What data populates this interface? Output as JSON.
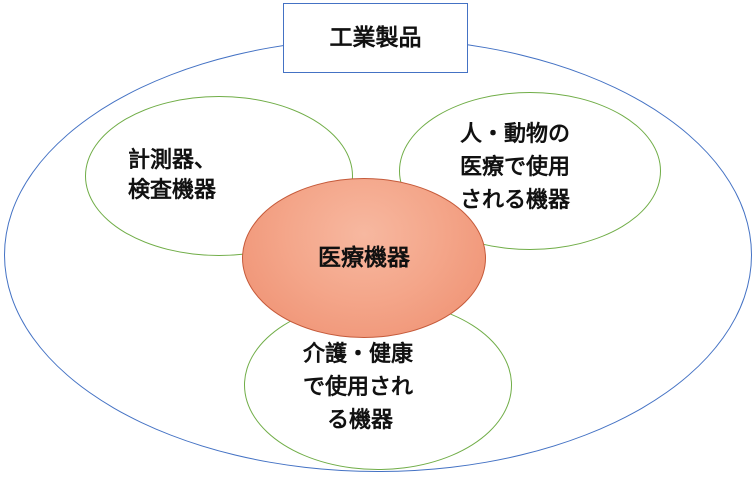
{
  "diagram": {
    "title": "工業製品",
    "center": "医療機器",
    "left": {
      "lines": [
        "計測器、",
        "検査機器"
      ]
    },
    "right": {
      "lines": [
        "人・動物の",
        "医療で使用",
        "される機器"
      ]
    },
    "bottom": {
      "lines": [
        "介護・健康",
        "で使用され",
        "る機器"
      ]
    }
  },
  "colors": {
    "outer_border": "#4472c4",
    "title_border": "#4472c4",
    "circle_border": "#70ad47",
    "center_fill": "#f4a68a",
    "center_border": "#c55a3a",
    "text": "#111111"
  }
}
